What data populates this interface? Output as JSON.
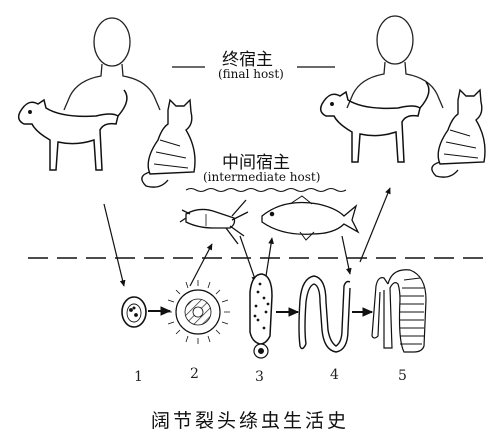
{
  "labels": {
    "final_host_cn": "终宿主",
    "final_host_en": "(final host)",
    "intermediate_host_cn": "中间宿主",
    "intermediate_host_en": "(intermediate host)"
  },
  "stage_numbers": [
    "1",
    "2",
    "3",
    "4",
    "5"
  ],
  "caption": "阔节裂头绦虫生活史",
  "colors": {
    "ink": "#111111",
    "background": "#ffffff"
  }
}
